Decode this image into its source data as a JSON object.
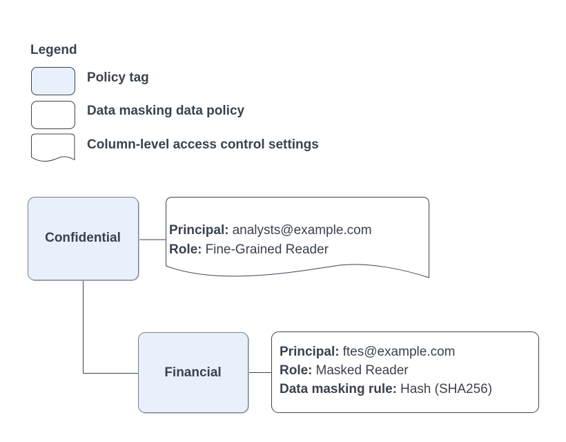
{
  "legend": {
    "title": "Legend",
    "items": [
      {
        "shape": "policy-tag",
        "label": "Policy tag"
      },
      {
        "shape": "data-masking-data-policy",
        "label": "Data masking data policy"
      },
      {
        "shape": "column-level-access-control-settings",
        "label": "Column-level access control settings"
      }
    ]
  },
  "diagram": {
    "policy_tags": [
      {
        "id": "confidential",
        "label": "Confidential"
      },
      {
        "id": "financial",
        "label": "Financial"
      }
    ],
    "access_control_note": {
      "lines": [
        {
          "label": "Principal:",
          "value": "analysts@example.com"
        },
        {
          "label": "Role:",
          "value": "Fine-Grained Reader"
        }
      ]
    },
    "data_policy_note": {
      "lines": [
        {
          "label": "Principal:",
          "value": "ftes@example.com"
        },
        {
          "label": "Role:",
          "value": "Masked Reader"
        },
        {
          "label": "Data masking rule:",
          "value": "Hash (SHA256)"
        }
      ]
    }
  },
  "colors": {
    "policy_tag_fill": "#E8F1FB",
    "note_fill": "#FFFFFF",
    "shape_stroke": "#39424E",
    "policy_tag_stroke": "#737C88",
    "connector": "#39424E",
    "text": "#39424E",
    "background": "#FFFFFF"
  }
}
